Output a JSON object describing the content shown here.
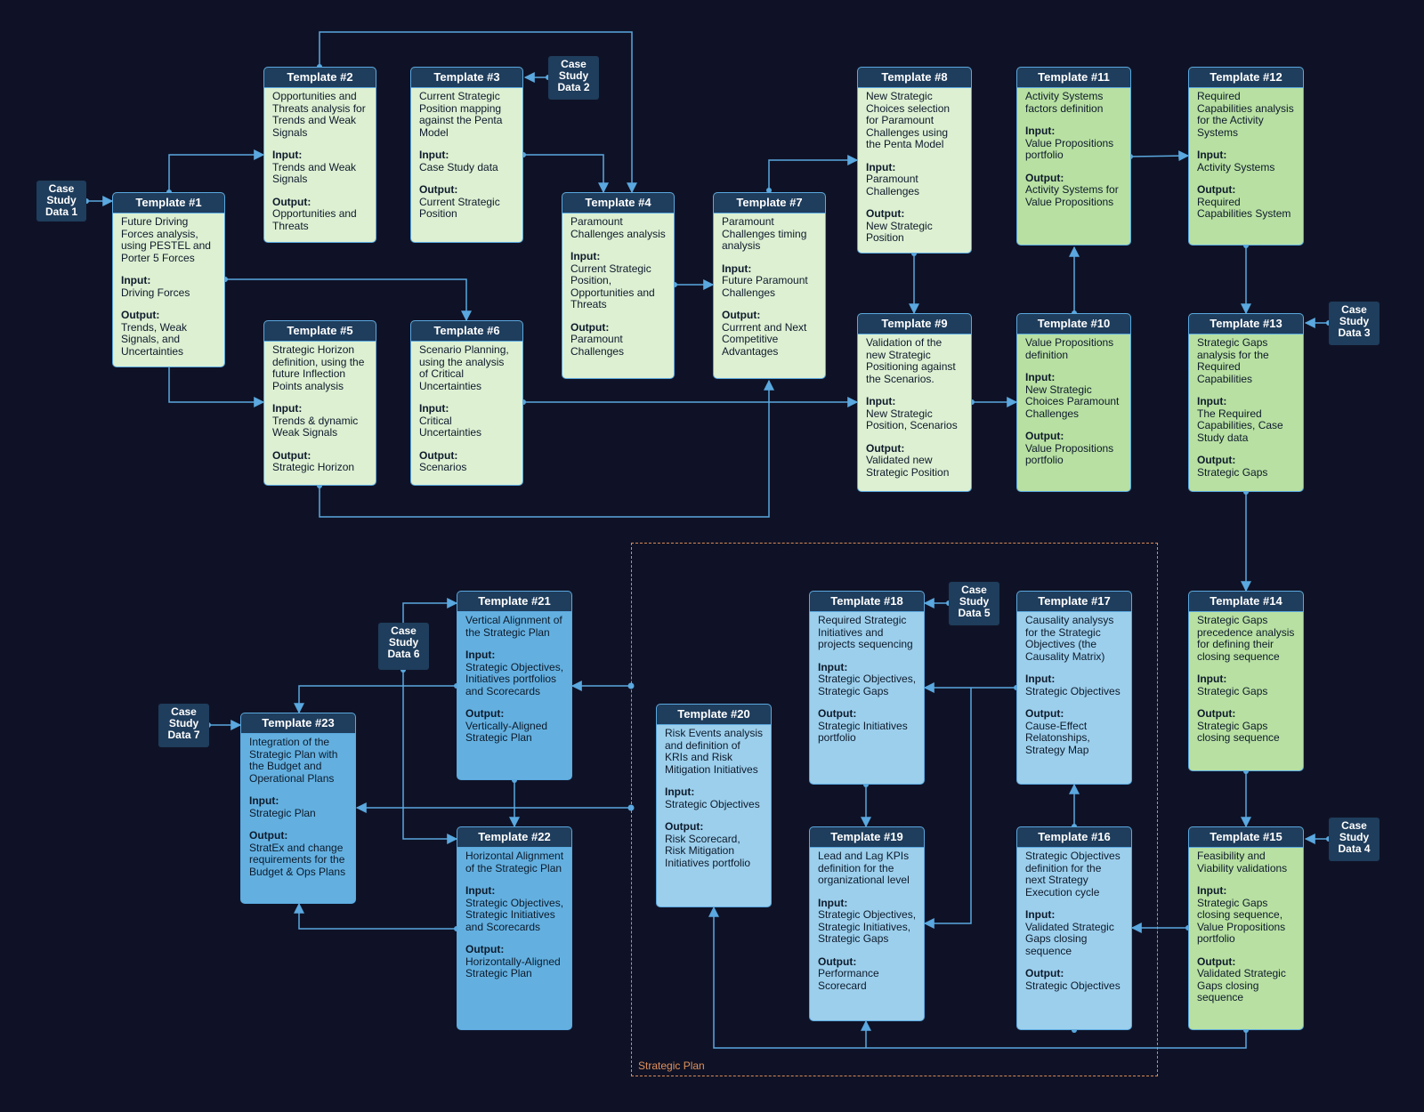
{
  "labels": {
    "input": "Input:",
    "output": "Output:"
  },
  "region": {
    "label": "Strategic Plan"
  },
  "case_studies": {
    "d1": "Case Study Data 1",
    "d2": "Case Study Data 2",
    "d3": "Case Study Data 3",
    "d4": "Case Study Data 4",
    "d5": "Case Study Data 5",
    "d6": "Case Study Data 6",
    "d7": "Case Study Data 7"
  },
  "templates": {
    "t1": {
      "title": "Template #1",
      "desc": "Future Driving Forces analysis, using PESTEL and Porter 5 Forces",
      "input": "Driving Forces",
      "output": "Trends, Weak Signals, and Uncertainties"
    },
    "t2": {
      "title": "Template #2",
      "desc": "Opportunities and Threats analysis for Trends and Weak Signals",
      "input": "Trends and Weak Signals",
      "output": "Opportunities and Threats"
    },
    "t3": {
      "title": "Template #3",
      "desc": "Current Strategic Position mapping against the Penta Model",
      "input": "Case Study data",
      "output": "Current Strategic Position"
    },
    "t4": {
      "title": "Template #4",
      "desc": "Paramount Challenges analysis",
      "input": "Current Strategic Position, Opportunities and Threats",
      "output": "Paramount Challenges"
    },
    "t5": {
      "title": "Template #5",
      "desc": "Strategic Horizon definition, using the future Inflection Points analysis",
      "input": "Trends & dynamic Weak Signals",
      "output": "Strategic Horizon"
    },
    "t6": {
      "title": "Template #6",
      "desc": "Scenario Planning, using the analysis of Critical Uncertainties",
      "input": "Critical Uncertainties",
      "output": "Scenarios"
    },
    "t7": {
      "title": "Template #7",
      "desc": "Paramount Challenges timing analysis",
      "input": "Future Paramount Challenges",
      "output": "Currrent and Next Competitive Advantages"
    },
    "t8": {
      "title": "Template #8",
      "desc": "New Strategic Choices selection for Paramount Challenges using the Penta Model",
      "input": "Paramount Challenges",
      "output": "New Strategic Position"
    },
    "t9": {
      "title": "Template #9",
      "desc": "Validation of the new Strategic Positioning against the Scenarios.",
      "input": "New Strategic Position, Scenarios",
      "output": "Validated new Strategic Position"
    },
    "t10": {
      "title": "Template #10",
      "desc": "Value Propositions definition",
      "input": "New Strategic Choices Paramount Challenges",
      "output": "Value Propositions portfolio"
    },
    "t11": {
      "title": "Template #11",
      "desc": "Activity Systems factors definition",
      "input": "Value Propositions portfolio",
      "output": "Activity Systems for Value Propositions"
    },
    "t12": {
      "title": "Template #12",
      "desc": "Required Capabilities analysis for the Activity Systems",
      "input": "Activity Systems",
      "output": "Required Capabilities System"
    },
    "t13": {
      "title": "Template #13",
      "desc": "Strategic Gaps analysis for the Required Capabilities",
      "input": "The Required Capabilities, Case Study data",
      "output": "Strategic Gaps"
    },
    "t14": {
      "title": "Template #14",
      "desc": "Strategic Gaps precedence analysis for defining their closing sequence",
      "input": "Strategic Gaps",
      "output": "Strategic Gaps closing sequence"
    },
    "t15": {
      "title": "Template #15",
      "desc": "Feasibility and Viability validations",
      "input": "Strategic Gaps closing sequence, Value Propositions portfolio",
      "output": "Validated Strategic Gaps closing sequence"
    },
    "t16": {
      "title": "Template #16",
      "desc": "Strategic Objectives definition for the next Strategy Execution cycle",
      "input": "Validated Strategic Gaps closing sequence",
      "output": "Strategic Objectives"
    },
    "t17": {
      "title": "Template #17",
      "desc": "Causality analysys for the Strategic Objectives (the Causality Matrix)",
      "input": "Strategic Objectives",
      "output": "Cause-Effect Relatonships, Strategy Map"
    },
    "t18": {
      "title": "Template #18",
      "desc": "Required Strategic Initiatives and projects sequencing",
      "input": "Strategic Objectives, Strategic Gaps",
      "output": "Strategic Initiatives portfolio"
    },
    "t19": {
      "title": "Template #19",
      "desc": "Lead and Lag KPIs definition for the organizational level",
      "input": "Strategic Objectives, Strategic Initiatives, Strategic Gaps",
      "output": "Performance Scorecard"
    },
    "t20": {
      "title": "Template #20",
      "desc": "Risk Events analysis and definition of KRIs and Risk Mitigation Initiatives",
      "input": "Strategic Objectives",
      "output": "Risk Scorecard, Risk Mitigation Initiatives portfolio"
    },
    "t21": {
      "title": "Template #21",
      "desc": "Vertical Alignment of the Strategic Plan",
      "input": "Strategic Objectives, Initiatives portfolios and Scorecards",
      "output": "Vertically-Aligned Strategic Plan"
    },
    "t22": {
      "title": "Template #22",
      "desc": "Horizontal Alignment of the Strategic Plan",
      "input": "Strategic Objectives, Strategic Initiatives and Scorecards",
      "output": "Horizontally-Aligned Strategic Plan"
    },
    "t23": {
      "title": "Template #23",
      "desc": "Integration of the Strategic Plan with the Budget and Operational Plans",
      "input": "Strategic Plan",
      "output": "StratEx and change requirements for the Budget & Ops Plans"
    }
  },
  "colors": {
    "pale": "#ddf0d2",
    "green": "#b8e0a2",
    "light_blue": "#9ccfec",
    "blue": "#63b0e0",
    "header": "#1f3d5c",
    "line": "#5aa8df",
    "region": "#d98a55"
  }
}
